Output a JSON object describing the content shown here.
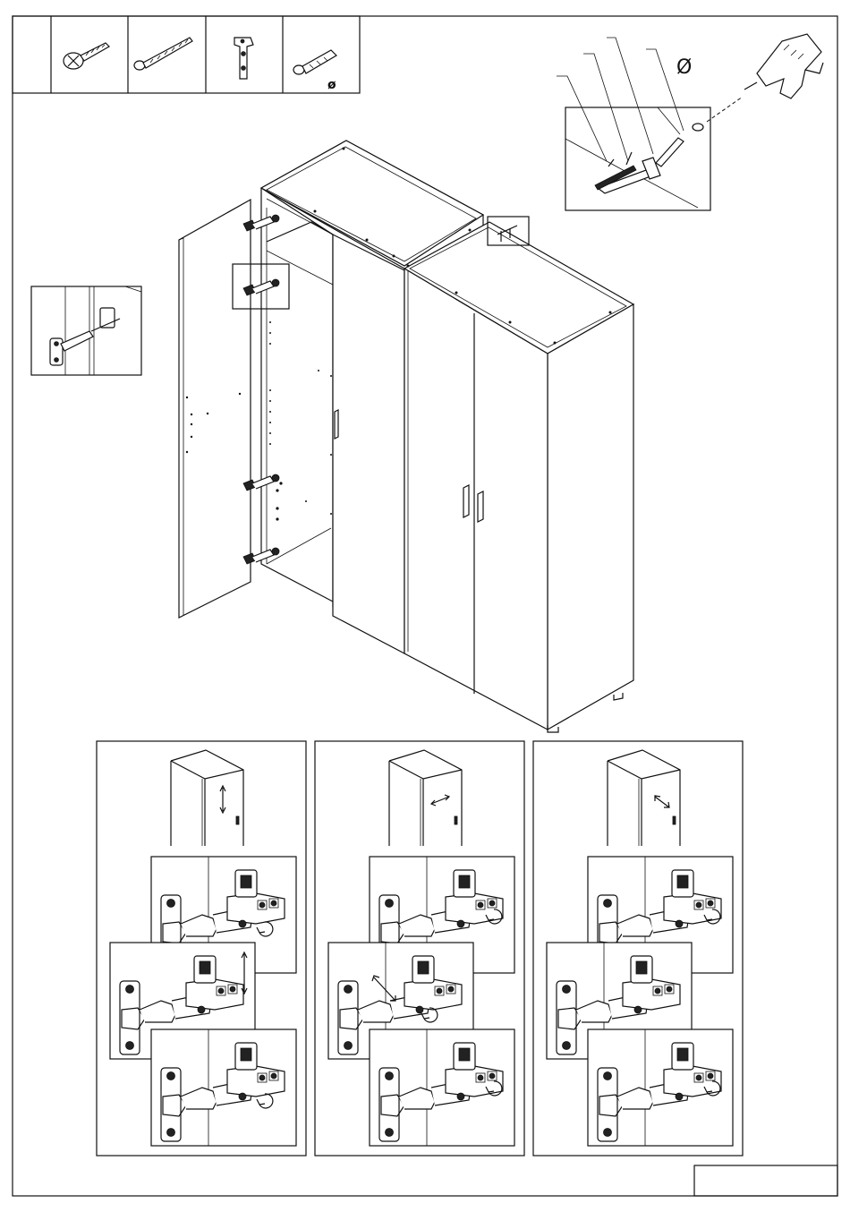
{
  "parts_table": {
    "items": [
      {
        "icon": "wood-screw-icon"
      },
      {
        "icon": "long-screw-icon"
      },
      {
        "icon": "l-bracket-icon"
      },
      {
        "icon": "wall-plug-icon",
        "label": "ø"
      }
    ]
  },
  "wall_fixing": {
    "drill_symbol": "Ø",
    "icons": [
      "drill-icon",
      "wall-plug-icon",
      "l-bracket-icon",
      "screw-icon"
    ]
  },
  "adjust_panels": [
    {
      "direction": "vertical",
      "icon": "arrow-vertical-icon"
    },
    {
      "direction": "lateral",
      "icon": "arrow-lateral-icon"
    },
    {
      "direction": "depth",
      "icon": "arrow-depth-icon"
    }
  ]
}
